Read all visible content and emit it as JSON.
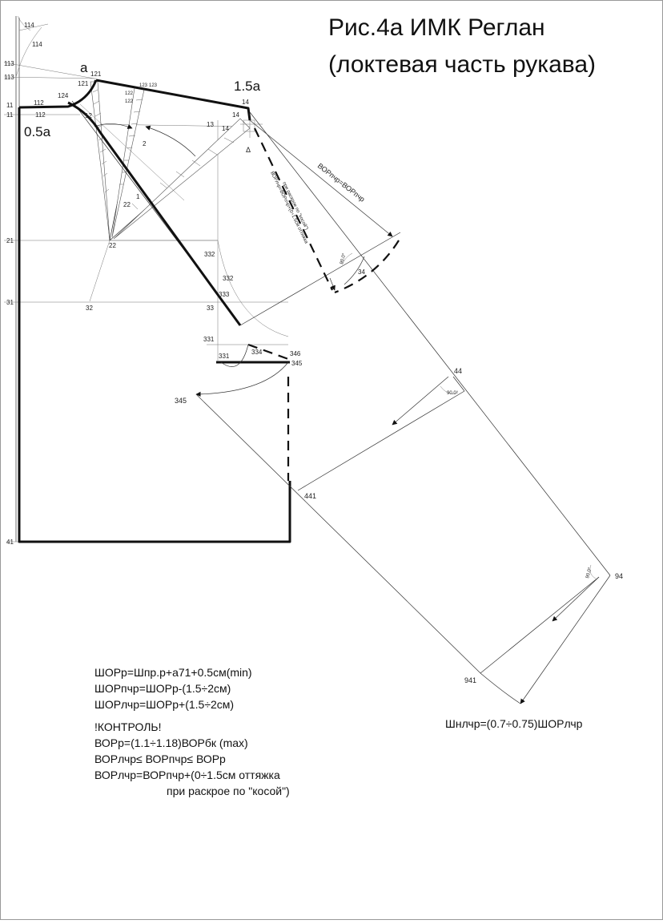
{
  "title": {
    "line1": "Рис.4а ИМК Реглан",
    "line2": "(локтевая часть рукава)"
  },
  "labels": {
    "a": "а",
    "one_five_a": "1.5а",
    "half_a": "0.5а",
    "vor_pchr": "ВОРпчр=ВОРпчр",
    "vor_lchr_1": "ВОРлчр=ВОРпчр+(0÷1.5см оттяжка",
    "vor_lchr_2": "при раскрое по \"косой\")",
    "delta": "Δ",
    "angle_90": "90.0°"
  },
  "points": {
    "p114a": "114",
    "p114b": "114",
    "p113a": "113",
    "p113b": "113",
    "p11a": "11",
    "p11b": "11",
    "p112a": "112",
    "p112b": "112",
    "p124": "124",
    "p121": "121",
    "p121b": "121",
    "p12": "12",
    "p122": "122",
    "p122b": "122",
    "p123": "123",
    "p123b": "123",
    "p2": "2",
    "p1": "1",
    "p22": "22",
    "p22b": "22",
    "p21": "21",
    "p13": "13",
    "p14": "14",
    "p14b": "14",
    "p14c": "14",
    "p332": "332",
    "p332b": "332",
    "p31": "31",
    "p32": "32",
    "p33": "33",
    "p333": "333",
    "p331": "331",
    "p331b": "331",
    "p334": "334",
    "p346": "346",
    "p345": "345",
    "p345b": "345",
    "p34": "34",
    "p44": "44",
    "p441": "441",
    "p94": "94",
    "p941": "941",
    "p41": "41"
  },
  "formulas": [
    "ШОРр=Шпр.р+а71+0.5см(min)",
    "ШОРпчр=ШОРр-(1.5÷2см)",
    "ШОРлчр=ШОРр+(1.5÷2см)",
    "!КОНТРОЛЬ!",
    "ВОРр=(1.1÷1.18)ВОРбк (max)",
    "ВОРлчр≤ ВОРпчр≤ ВОРр",
    "ВОРлчр=ВОРпчр+(0÷1.5см оттяжка",
    "при раскрое по \"косой\")"
  ],
  "right_formula": "Шнлчр=(0.7÷0.75)ШОРлчр"
}
